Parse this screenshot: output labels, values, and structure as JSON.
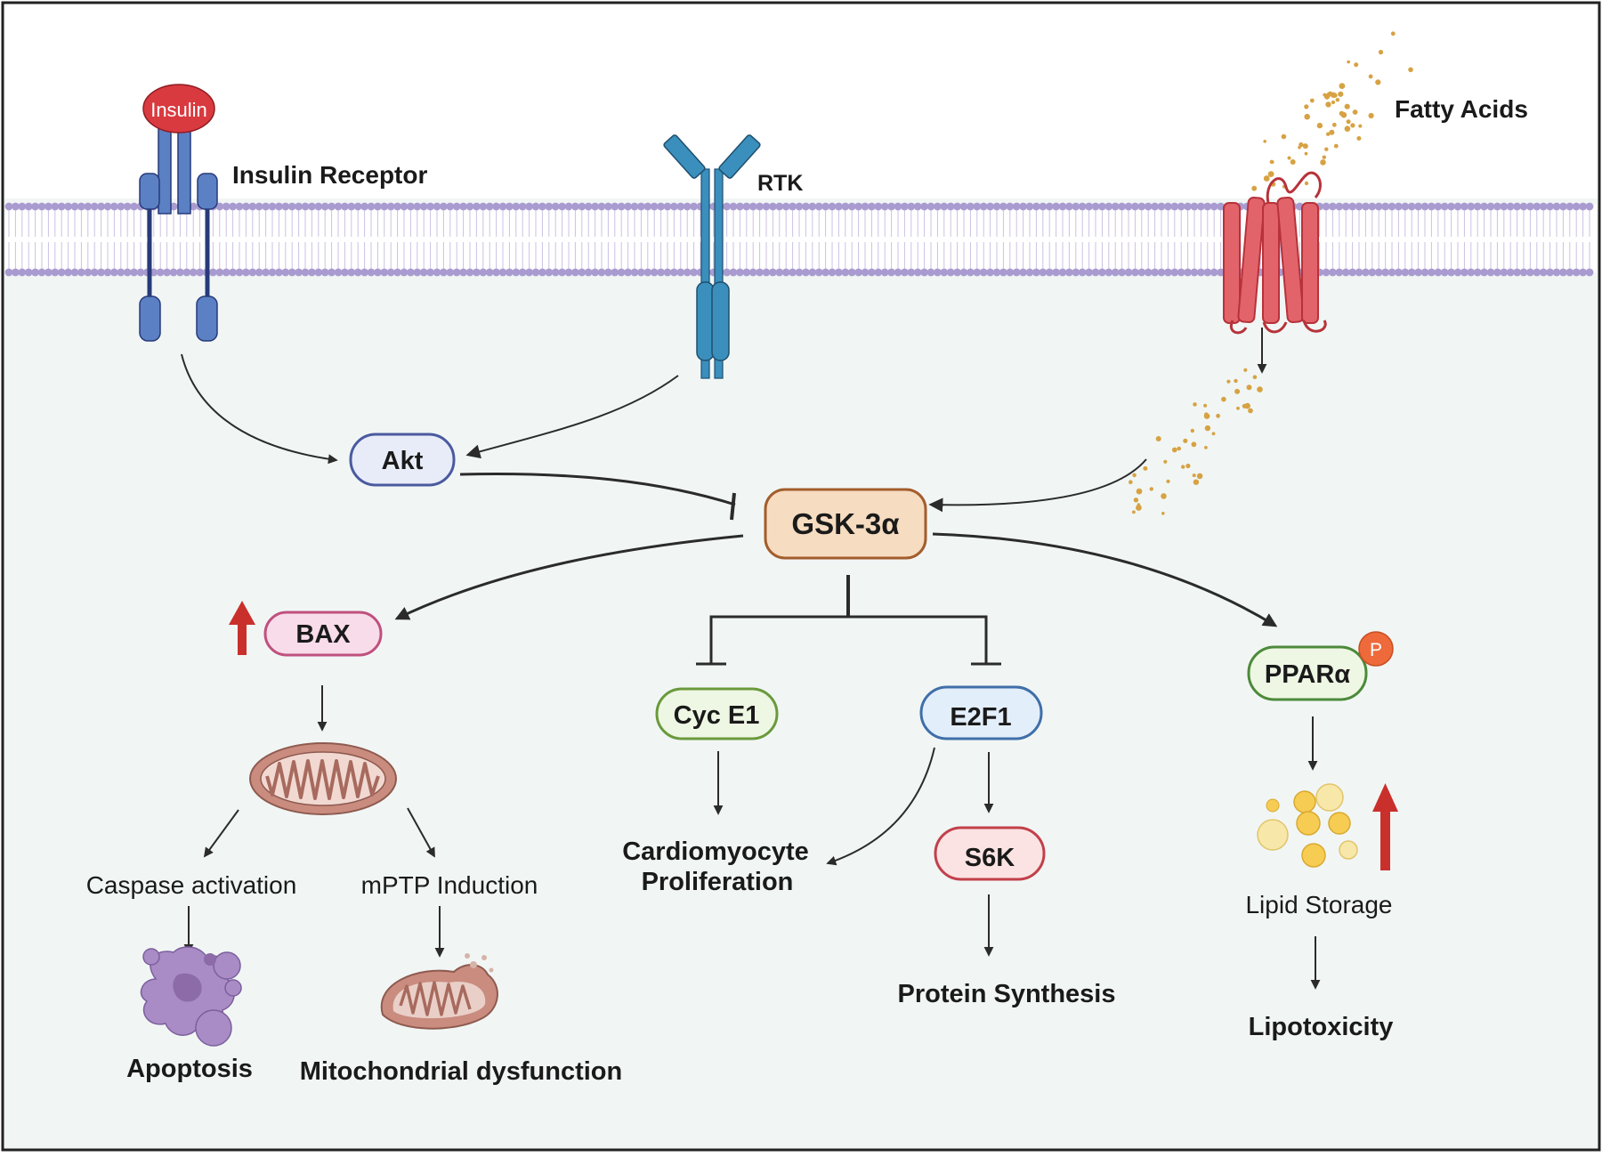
{
  "colors": {
    "membrane_head": "#a99bd0",
    "cytoplasm": "#f1f6f5",
    "insulin": "#d93a3f",
    "receptor": "#5b80c4",
    "receptor_stem": "#273a7a",
    "rtk": "#3a8fbd",
    "gpcr": "#e2646a",
    "fatty_acid": "#d7a243",
    "akt_fill": "#e8ecf8",
    "akt_stroke": "#4a5aa0",
    "gsk_fill": "#f6dcc0",
    "gsk_stroke": "#a35d2c",
    "bax_fill": "#f8dcea",
    "bax_stroke": "#c0507f",
    "cyc_fill": "#eef7e4",
    "cyc_stroke": "#6a9a3c",
    "e2f1_fill": "#e3eefb",
    "e2f1_stroke": "#3f6fa8",
    "s6k_fill": "#fbe3e3",
    "s6k_stroke": "#c2404a",
    "ppar_fill": "#eef7e4",
    "ppar_stroke": "#4c8a3a",
    "phospho": "#ee6a3b",
    "up_arrow": "#c9302c",
    "mito": "#c98c7f",
    "apoptosis": "#a98bc6"
  },
  "icons": {
    "insulin_receptor": "insulin-receptor-icon",
    "rtk": "receptor-tyrosine-kinase-icon",
    "gpcr": "gpcr-icon",
    "mitochondrion": "mitochondrion-icon",
    "damaged_mitochondrion": "damaged-mitochondrion-icon",
    "apoptotic_cell": "apoptotic-cell-icon",
    "lipid_droplets": "lipid-droplets-icon",
    "up_arrow": "up-arrow-icon"
  },
  "labels": {
    "insulin": "Insulin",
    "insulin_receptor": "Insulin Receptor",
    "rtk": "RTK",
    "fatty_acids": "Fatty Acids",
    "caspase": "Caspase activation",
    "mptp": "mPTP Induction",
    "apoptosis": "Apoptosis",
    "mito_dysfunction": "Mitochondrial dysfunction",
    "cardio_line1": "Cardiomyocyte",
    "cardio_line2": "Proliferation",
    "protein_synthesis": "Protein Synthesis",
    "lipid_storage": "Lipid Storage",
    "lipotoxicity": "Lipotoxicity",
    "phospho": "P"
  },
  "nodes": {
    "akt": "Akt",
    "gsk": "GSK-3α",
    "bax": "BAX",
    "cyc_e1": "Cyc E1",
    "e2f1": "E2F1",
    "s6k": "S6K",
    "ppar": "PPARα"
  }
}
